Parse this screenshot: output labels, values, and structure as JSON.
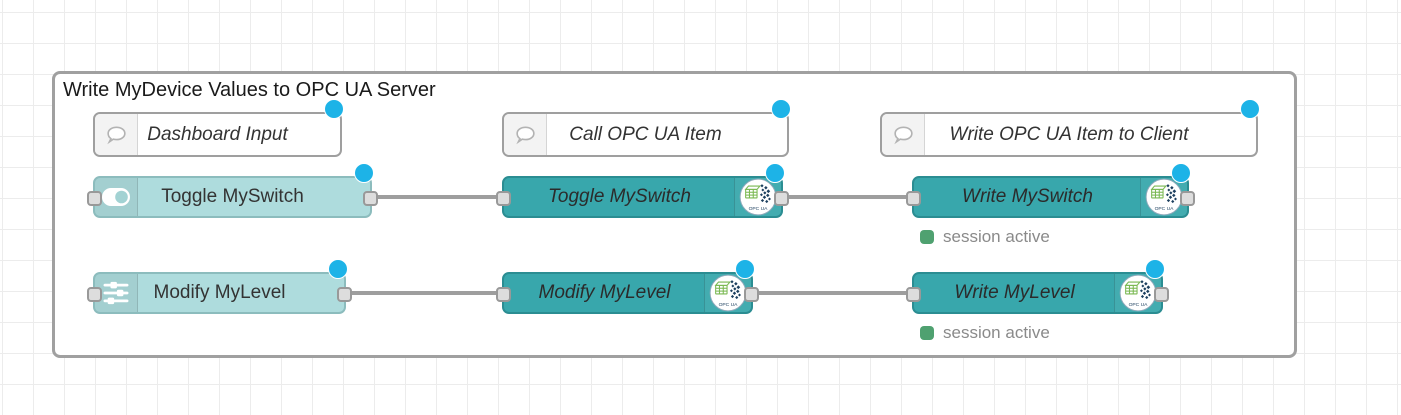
{
  "group": {
    "title": "Write MyDevice Values to OPC UA Server"
  },
  "comments": [
    {
      "label": "Dashboard Input"
    },
    {
      "label": "Call OPC UA Item"
    },
    {
      "label": "Write OPC UA Item to Client"
    }
  ],
  "nodes": [
    {
      "label": "Toggle MySwitch",
      "kind": "dashboard-switch"
    },
    {
      "label": "Modify MyLevel",
      "kind": "dashboard-slider"
    },
    {
      "label": "Toggle MySwitch",
      "kind": "opcua-call"
    },
    {
      "label": "Modify MyLevel",
      "kind": "opcua-call"
    },
    {
      "label": "Write MySwitch",
      "kind": "opcua-write",
      "status": "session active"
    },
    {
      "label": "Write MyLevel",
      "kind": "opcua-write",
      "status": "session active"
    }
  ],
  "logo": {
    "text": "OPC UA"
  },
  "icons": {
    "comment": "speech-bubble-icon",
    "switch": "toggle-icon",
    "slider": "sliders-icon",
    "opcua": "opcua-logo-icon"
  },
  "colors": {
    "node_light_teal": "#aedcdd",
    "node_dark_teal": "#38a7ac",
    "changed_indicator_blue": "#1db3e7",
    "status_green": "#4fa170",
    "wire_grey": "#9e9e9e",
    "group_border": "#a0a0a0"
  }
}
